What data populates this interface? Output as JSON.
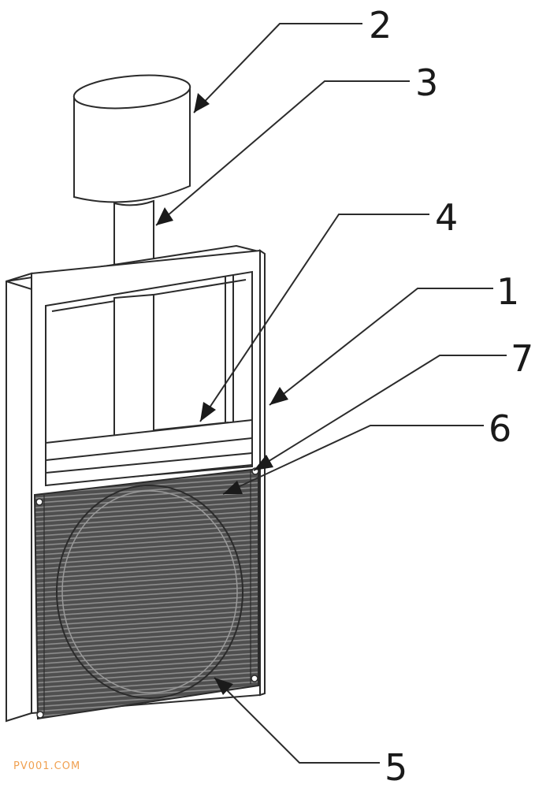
{
  "callouts": [
    {
      "id": "2",
      "label": "2"
    },
    {
      "id": "3",
      "label": "3"
    },
    {
      "id": "4",
      "label": "4"
    },
    {
      "id": "1",
      "label": "1"
    },
    {
      "id": "7",
      "label": "7"
    },
    {
      "id": "6",
      "label": "6"
    },
    {
      "id": "5",
      "label": "5"
    }
  ],
  "watermark": "PV001.COM",
  "colors": {
    "line": "#2b2b2b",
    "fill": "#ffffff",
    "mesh": "#4f4f4f",
    "mesh_stripe": "#8d8d8d",
    "watermark": "#f0a050"
  }
}
